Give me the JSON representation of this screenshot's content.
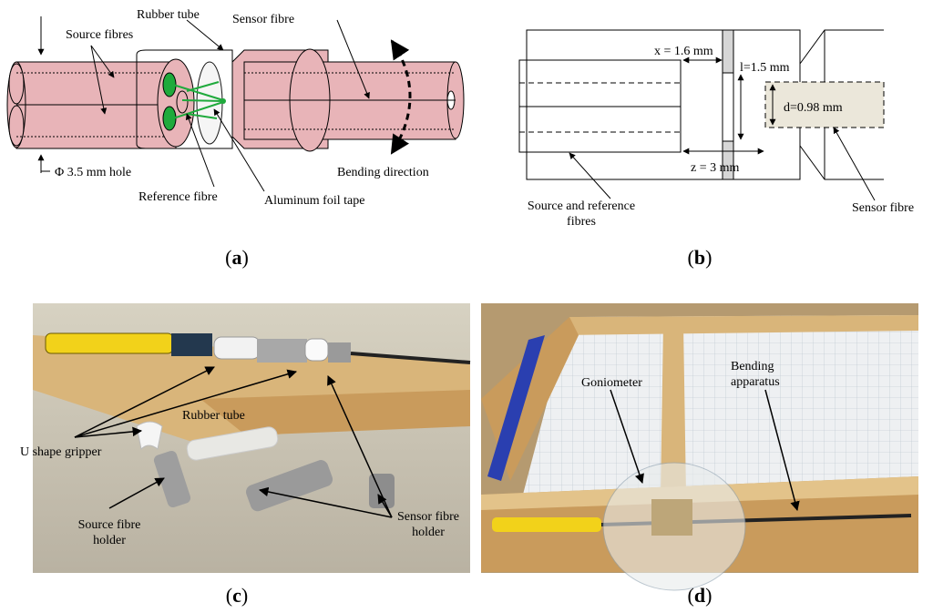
{
  "panel_a": {
    "caption": "(a)",
    "caption_letter": "a",
    "labels": {
      "source_fibres": "Source fibres",
      "rubber_tube": "Rubber tube",
      "sensor_fibre": "Sensor fibre",
      "hole": "Φ 3.5 mm hole",
      "reference_fibre": "Reference fibre",
      "aluminum_foil_tape": "Aluminum foil tape",
      "bending_direction": "Bending direction"
    }
  },
  "panel_b": {
    "caption": "(b)",
    "caption_letter": "b",
    "dim_x": "x = 1.6 mm",
    "dim_l": "l=1.5 mm",
    "dim_d": "d=0.98 mm",
    "dim_z": "z = 3 mm",
    "source_reference_line1": "Source and reference",
    "source_reference_line2": "fibres",
    "sensor_fibre": "Sensor fibre"
  },
  "panel_c": {
    "caption": "(c)",
    "caption_letter": "c",
    "u_shape_gripper": "U shape gripper",
    "rubber_tube": "Rubber tube",
    "source_holder_line1": "Source fibre",
    "source_holder_line2": "holder",
    "sensor_holder_line1": "Sensor fibre",
    "sensor_holder_line2": "holder"
  },
  "panel_d": {
    "caption": "(d)",
    "caption_letter": "d",
    "goniometer": "Goniometer",
    "bending_line1": "Bending",
    "bending_line2": "apparatus"
  },
  "colors": {
    "tube_fill": "#e8b4b8",
    "fibre_green": "#1faa3c",
    "sensor_box": "#ebe7da",
    "wood": "#d9b57a",
    "yellow": "#f2d21a"
  }
}
